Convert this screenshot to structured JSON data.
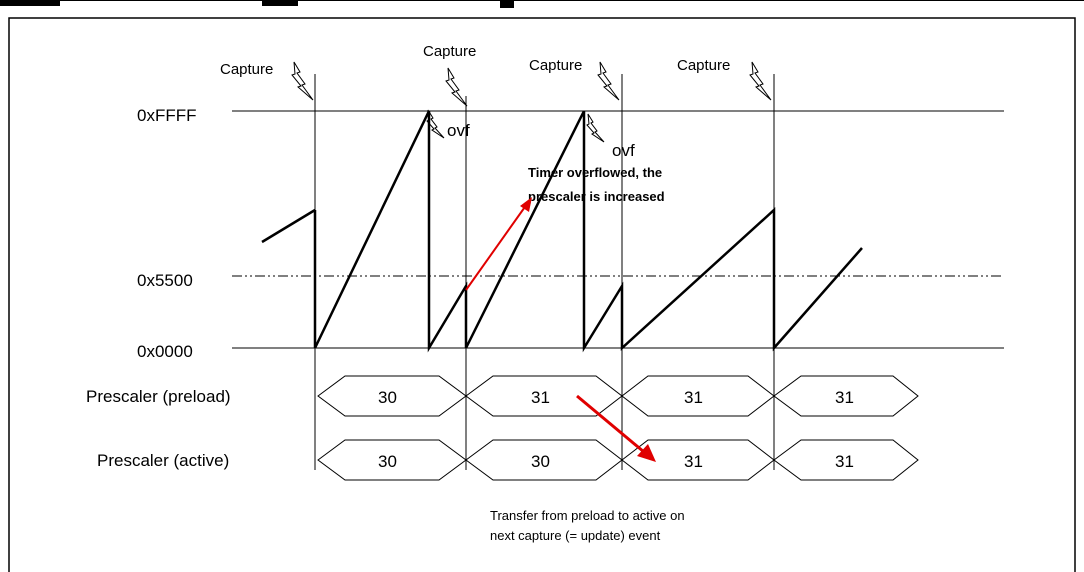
{
  "diagram": {
    "y_levels": {
      "top": "0xFFFF",
      "mid": "0x5500",
      "zero": "0x0000"
    },
    "capture_label": "Capture",
    "overflow_label": "ovf",
    "overflow_note": [
      "Timer overflowed, the",
      "prescaler is increased"
    ],
    "rows": [
      {
        "label": "Prescaler (preload)",
        "values": [
          "30",
          "31",
          "31",
          "31"
        ]
      },
      {
        "label": "Prescaler (active)",
        "values": [
          "30",
          "30",
          "31",
          "31"
        ]
      }
    ],
    "transfer_note": [
      "Transfer from preload to active on",
      "next capture (= update) event"
    ],
    "colors": {
      "line": "#000000",
      "arrow": "#e00000"
    }
  }
}
